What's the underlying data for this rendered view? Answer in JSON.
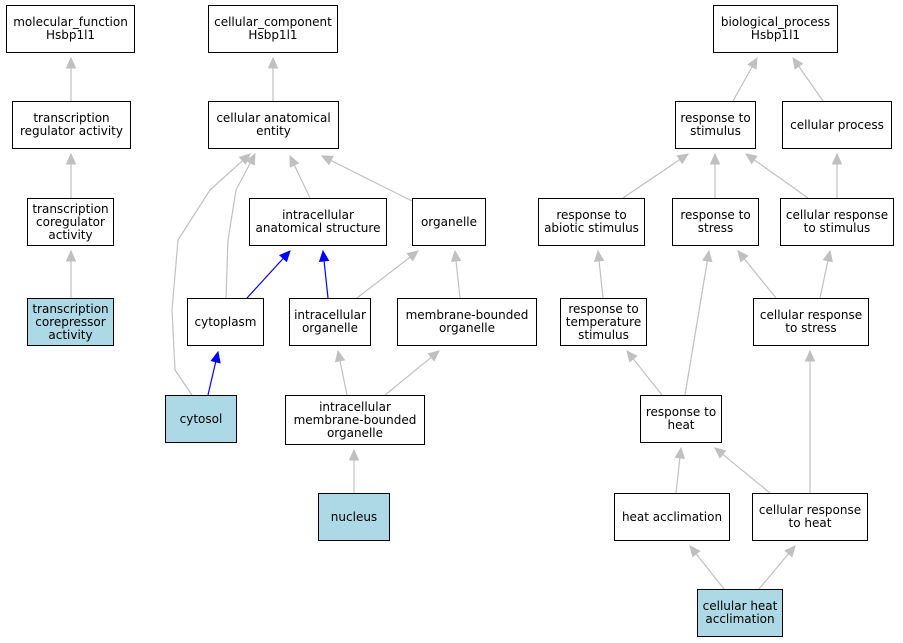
{
  "colors": {
    "default_edge": "#c0c0c0",
    "direct_edge": "#0000ff",
    "highlight_fill": "#add8e6",
    "node_fill": "#ffffff"
  },
  "nodes": [
    {
      "id": "mf",
      "label": "molecular_function\nHsbp1l1",
      "highlight": false
    },
    {
      "id": "tra",
      "label": "transcription\nregulator activity",
      "highlight": false
    },
    {
      "id": "tca",
      "label": "transcription\ncoregulator\nactivity",
      "highlight": false
    },
    {
      "id": "tcpa",
      "label": "transcription\ncorepressor\nactivity",
      "highlight": true
    },
    {
      "id": "cc",
      "label": "cellular_component\nHsbp1l1",
      "highlight": false
    },
    {
      "id": "cae",
      "label": "cellular anatomical\nentity",
      "highlight": false
    },
    {
      "id": "ias",
      "label": "intracellular\nanatomical structure",
      "highlight": false
    },
    {
      "id": "org",
      "label": "organelle",
      "highlight": false
    },
    {
      "id": "cyto",
      "label": "cytoplasm",
      "highlight": false
    },
    {
      "id": "io",
      "label": "intracellular\norganelle",
      "highlight": false
    },
    {
      "id": "mbo",
      "label": "membrane-bounded\norganelle",
      "highlight": false
    },
    {
      "id": "cytosol",
      "label": "cytosol",
      "highlight": true
    },
    {
      "id": "imbo",
      "label": "intracellular\nmembrane-bounded\norganelle",
      "highlight": false
    },
    {
      "id": "nuc",
      "label": "nucleus",
      "highlight": true
    },
    {
      "id": "bp",
      "label": "biological_process\nHsbp1l1",
      "highlight": false
    },
    {
      "id": "rts",
      "label": "response to\nstimulus",
      "highlight": false
    },
    {
      "id": "cp",
      "label": "cellular process",
      "highlight": false
    },
    {
      "id": "ras",
      "label": "response to\nabiotic stimulus",
      "highlight": false
    },
    {
      "id": "rtstress",
      "label": "response to\nstress",
      "highlight": false
    },
    {
      "id": "crts",
      "label": "cellular response\nto stimulus",
      "highlight": false
    },
    {
      "id": "rtts",
      "label": "response to\ntemperature\nstimulus",
      "highlight": false
    },
    {
      "id": "crtstress",
      "label": "cellular response\nto stress",
      "highlight": false
    },
    {
      "id": "rth",
      "label": "response to\nheat",
      "highlight": false
    },
    {
      "id": "ha",
      "label": "heat acclimation",
      "highlight": false
    },
    {
      "id": "crth",
      "label": "cellular response\nto heat",
      "highlight": false
    },
    {
      "id": "cha",
      "label": "cellular heat\nacclimation",
      "highlight": true
    }
  ],
  "edges": [
    {
      "from": "tra",
      "to": "mf",
      "type": "default"
    },
    {
      "from": "tca",
      "to": "tra",
      "type": "default"
    },
    {
      "from": "tcpa",
      "to": "tca",
      "type": "default"
    },
    {
      "from": "cae",
      "to": "cc",
      "type": "default"
    },
    {
      "from": "ias",
      "to": "cae",
      "type": "default"
    },
    {
      "from": "org",
      "to": "cae",
      "type": "default"
    },
    {
      "from": "cyto",
      "to": "cae",
      "type": "default"
    },
    {
      "from": "cytosol",
      "to": "cae",
      "type": "default"
    },
    {
      "from": "cyto",
      "to": "ias",
      "type": "direct"
    },
    {
      "from": "io",
      "to": "ias",
      "type": "direct"
    },
    {
      "from": "cytosol",
      "to": "cyto",
      "type": "direct"
    },
    {
      "from": "io",
      "to": "org",
      "type": "default"
    },
    {
      "from": "mbo",
      "to": "org",
      "type": "default"
    },
    {
      "from": "imbo",
      "to": "io",
      "type": "default"
    },
    {
      "from": "imbo",
      "to": "mbo",
      "type": "default"
    },
    {
      "from": "nuc",
      "to": "imbo",
      "type": "default"
    },
    {
      "from": "rts",
      "to": "bp",
      "type": "default"
    },
    {
      "from": "cp",
      "to": "bp",
      "type": "default"
    },
    {
      "from": "ras",
      "to": "rts",
      "type": "default"
    },
    {
      "from": "rtstress",
      "to": "rts",
      "type": "default"
    },
    {
      "from": "crts",
      "to": "rts",
      "type": "default"
    },
    {
      "from": "crts",
      "to": "cp",
      "type": "default"
    },
    {
      "from": "rtts",
      "to": "ras",
      "type": "default"
    },
    {
      "from": "crtstress",
      "to": "rtstress",
      "type": "default"
    },
    {
      "from": "crtstress",
      "to": "crts",
      "type": "default"
    },
    {
      "from": "rth",
      "to": "rtts",
      "type": "default"
    },
    {
      "from": "rth",
      "to": "rtstress",
      "type": "default"
    },
    {
      "from": "ha",
      "to": "rth",
      "type": "default"
    },
    {
      "from": "crth",
      "to": "rth",
      "type": "default"
    },
    {
      "from": "crth",
      "to": "crtstress",
      "type": "default"
    },
    {
      "from": "cha",
      "to": "ha",
      "type": "default"
    },
    {
      "from": "cha",
      "to": "crth",
      "type": "default"
    }
  ]
}
